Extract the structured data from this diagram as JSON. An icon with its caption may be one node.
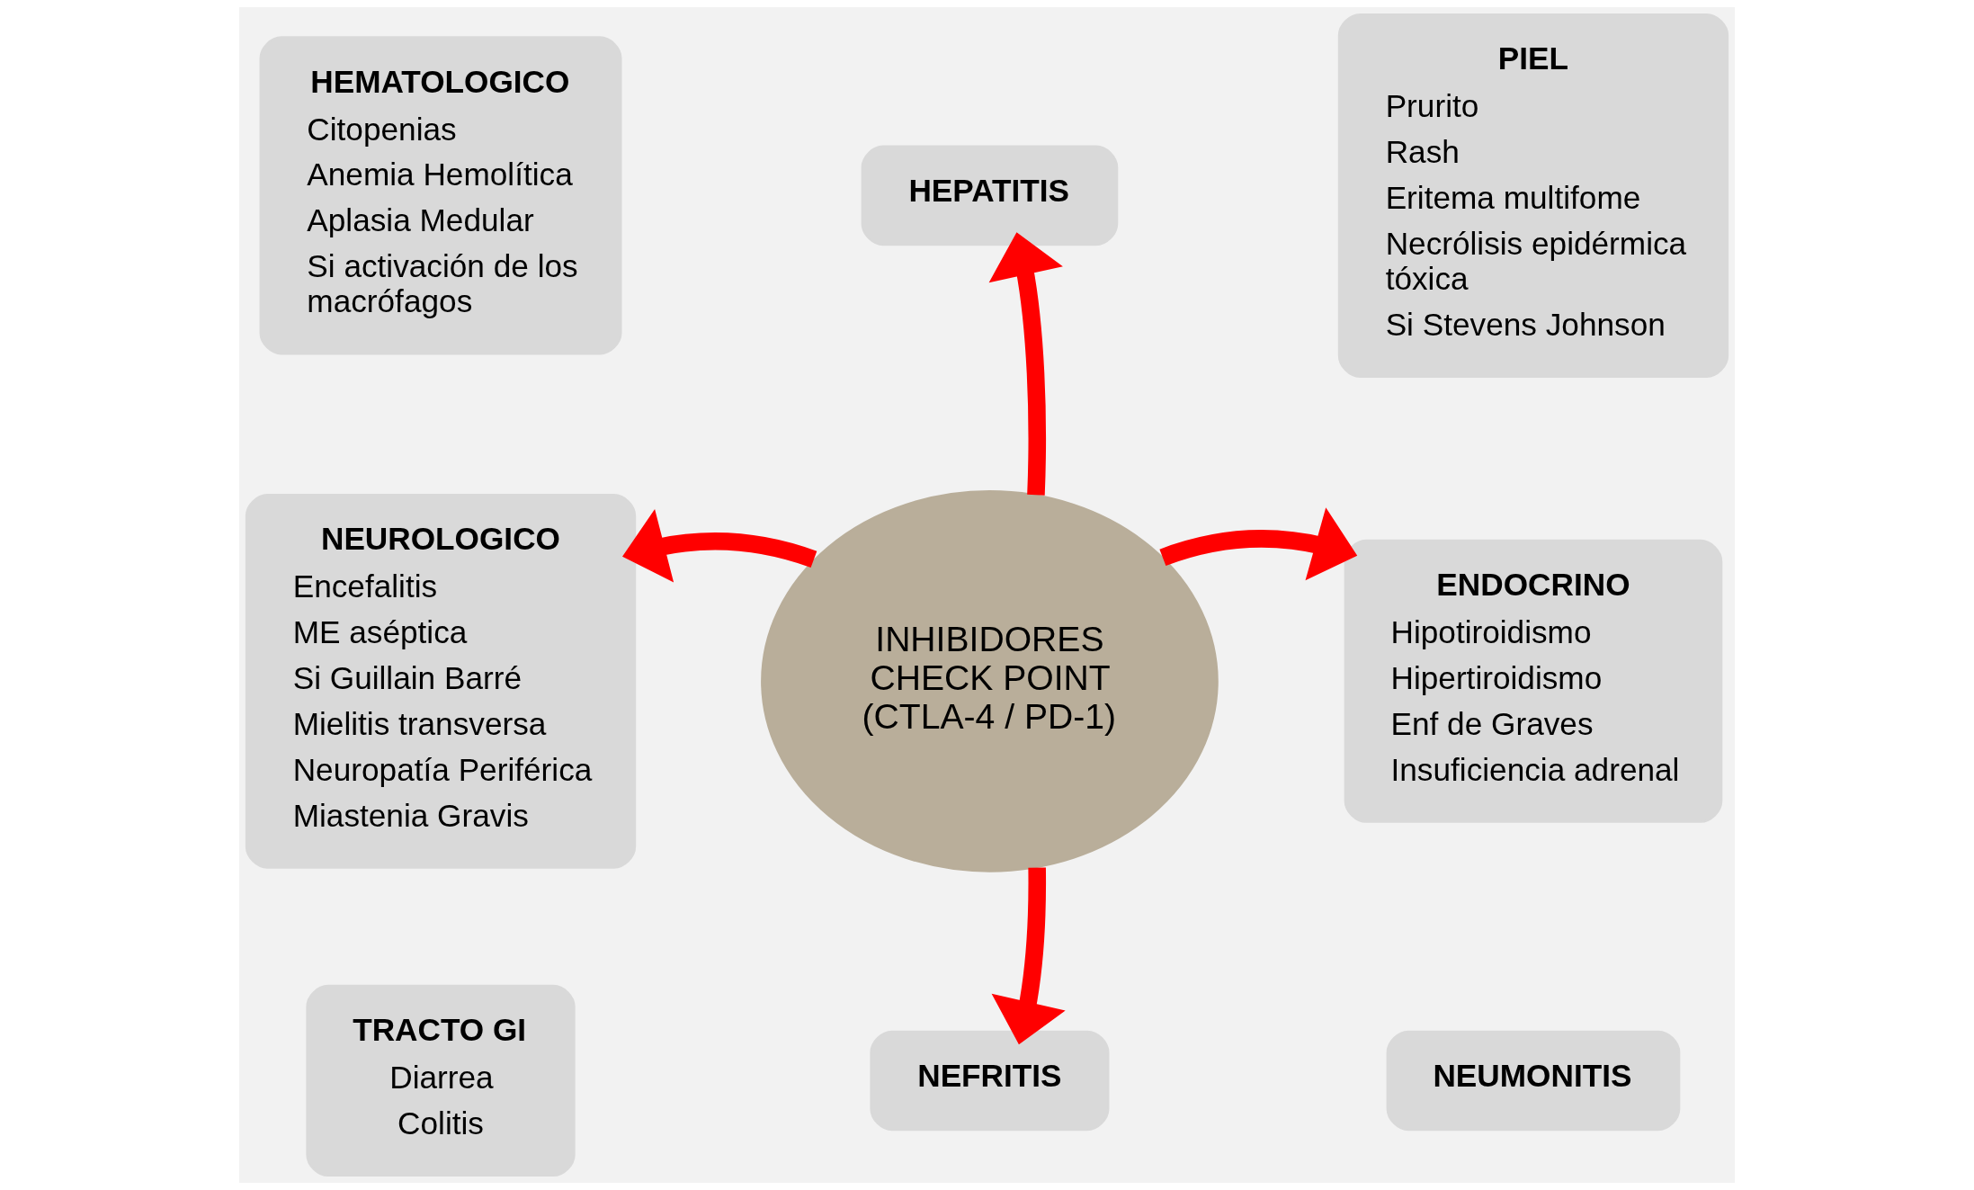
{
  "diagram": {
    "nodes": [
      {
        "text": [
          "HEMATOLOGICO",
          "Citopenias",
          "Anemia Hemolítica",
          "Aplasia Medular",
          "Si activación de los macrófagos"
        ]
      },
      {
        "text": [
          "HEPATITIS"
        ]
      },
      {
        "text": [
          "PIEL",
          "Prurito",
          "Rash",
          "Eritema multifome",
          "Necrólisis epidérmica tóxica",
          "Si Stevens Johnson"
        ]
      },
      {
        "text": [
          "NEUROLOGICO",
          "Encefalitis",
          "ME aséptica",
          "Si Guillain Barré",
          "Mielitis transversa",
          "Neuropatía Periférica",
          "Miastenia Gravis"
        ]
      },
      {
        "text": [
          "INHIBIDORES CHECK POINT (CTLA-4 / PD-1)"
        ]
      },
      {
        "text": [
          "ENDOCRINO",
          "Hipotiroidismo",
          "Hipertiroidismo",
          "Enf de Graves",
          "Insuficiencia adrenal"
        ]
      },
      {
        "text": [
          "TRACTO GI",
          "Diarrea",
          "Colitis"
        ]
      },
      {
        "text": [
          "NEFRITIS"
        ]
      },
      {
        "text": [
          "NEUMONITIS"
        ]
      }
    ],
    "edges": [
      {
        "from": 4,
        "to": 1,
        "arrow": "to"
      },
      {
        "from": 4,
        "to": 3,
        "arrow": "to"
      },
      {
        "from": 4,
        "to": 5,
        "arrow": "to"
      },
      {
        "from": 4,
        "to": 7,
        "arrow": "to"
      }
    ]
  }
}
